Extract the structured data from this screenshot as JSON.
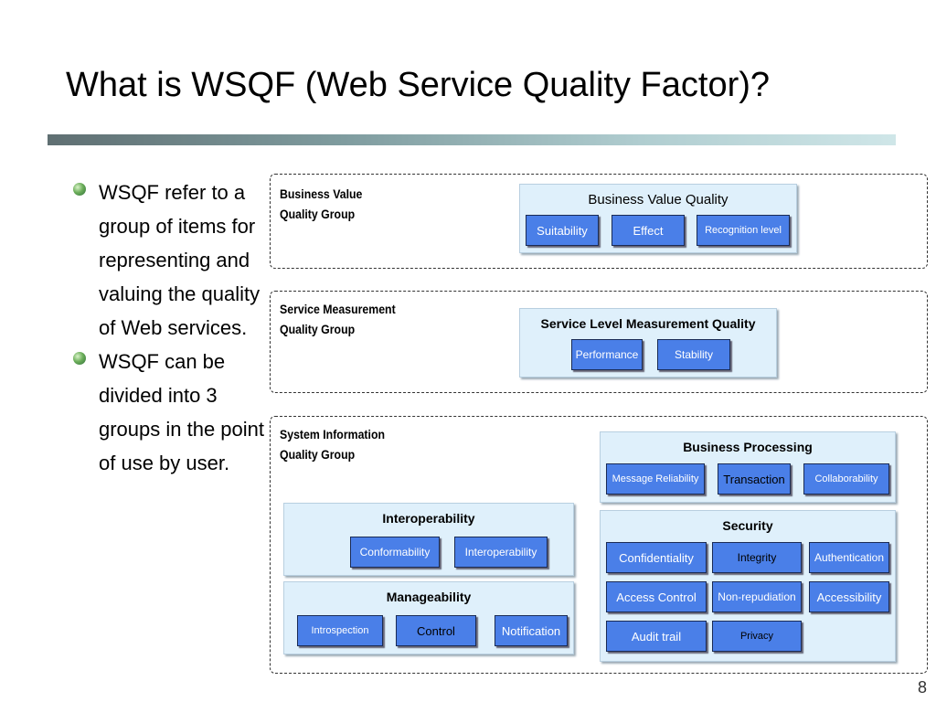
{
  "slide": {
    "title": "What is WSQF (Web Service Quality Factor)?",
    "page_number": "8",
    "bullets": [
      "WSQF refer to a group of items for representing and valuing the quality of Web services.",
      "WSQF can be divided into 3 groups in the point of use by user."
    ]
  },
  "groups": {
    "business_value": {
      "label": "Business Value\nQuality Group",
      "panel_title": "Business Value Quality",
      "items": [
        "Suitability",
        "Effect",
        "Recognition level"
      ]
    },
    "service_measurement": {
      "label": "Service Measurement\nQuality Group",
      "panel_title": "Service Level Measurement Quality",
      "items": [
        "Performance",
        "Stability"
      ]
    },
    "system_information": {
      "label": "System Information\nQuality Group",
      "business_processing": {
        "title": "Business Processing",
        "items": [
          "Message Reliability",
          "Transaction",
          "Collaborability"
        ]
      },
      "security": {
        "title": "Security",
        "items": [
          "Confidentiality",
          "Integrity",
          "Authentication",
          "Access Control",
          "Non-repudiation",
          "Accessibility",
          "Audit trail",
          "Privacy"
        ]
      },
      "interoperability": {
        "title": "Interoperability",
        "items": [
          "Conformability",
          "Interoperability"
        ]
      },
      "manageability": {
        "title": "Manageability",
        "items": [
          "Introspection",
          "Control",
          "Notification"
        ]
      }
    }
  },
  "colors": {
    "item_fill": "#4a7fe8",
    "panel_fill": "#dff0fb",
    "item_border": "#1a2b55"
  }
}
